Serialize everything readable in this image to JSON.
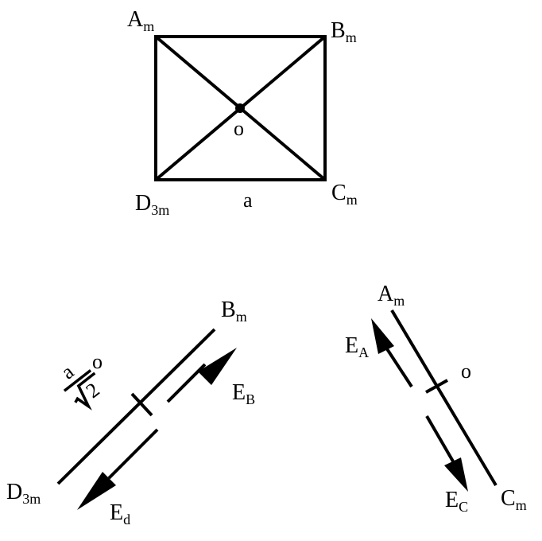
{
  "top_figure": {
    "corner_a": {
      "main": "A",
      "sub": "m"
    },
    "corner_b": {
      "main": "B",
      "sub": "m"
    },
    "corner_c": {
      "main": "C",
      "sub": "m"
    },
    "corner_d": {
      "main": "D",
      "sub": "3m"
    },
    "center": "o",
    "side": "a"
  },
  "left_figure": {
    "point_b": {
      "main": "B",
      "sub": "m"
    },
    "point_d": {
      "main": "D",
      "sub": "3m"
    },
    "center": "o",
    "distance_num": "a",
    "distance_den": "2",
    "field_b": {
      "main": "E",
      "sub": "B"
    },
    "field_d": {
      "main": "E",
      "sub": "d"
    }
  },
  "right_figure": {
    "point_a": {
      "main": "A",
      "sub": "m"
    },
    "point_c": {
      "main": "C",
      "sub": "m"
    },
    "center": "o",
    "field_a": {
      "main": "E",
      "sub": "A"
    },
    "field_c": {
      "main": "E",
      "sub": "C"
    }
  },
  "colors": {
    "ink": "#000000",
    "background": "#ffffff"
  }
}
